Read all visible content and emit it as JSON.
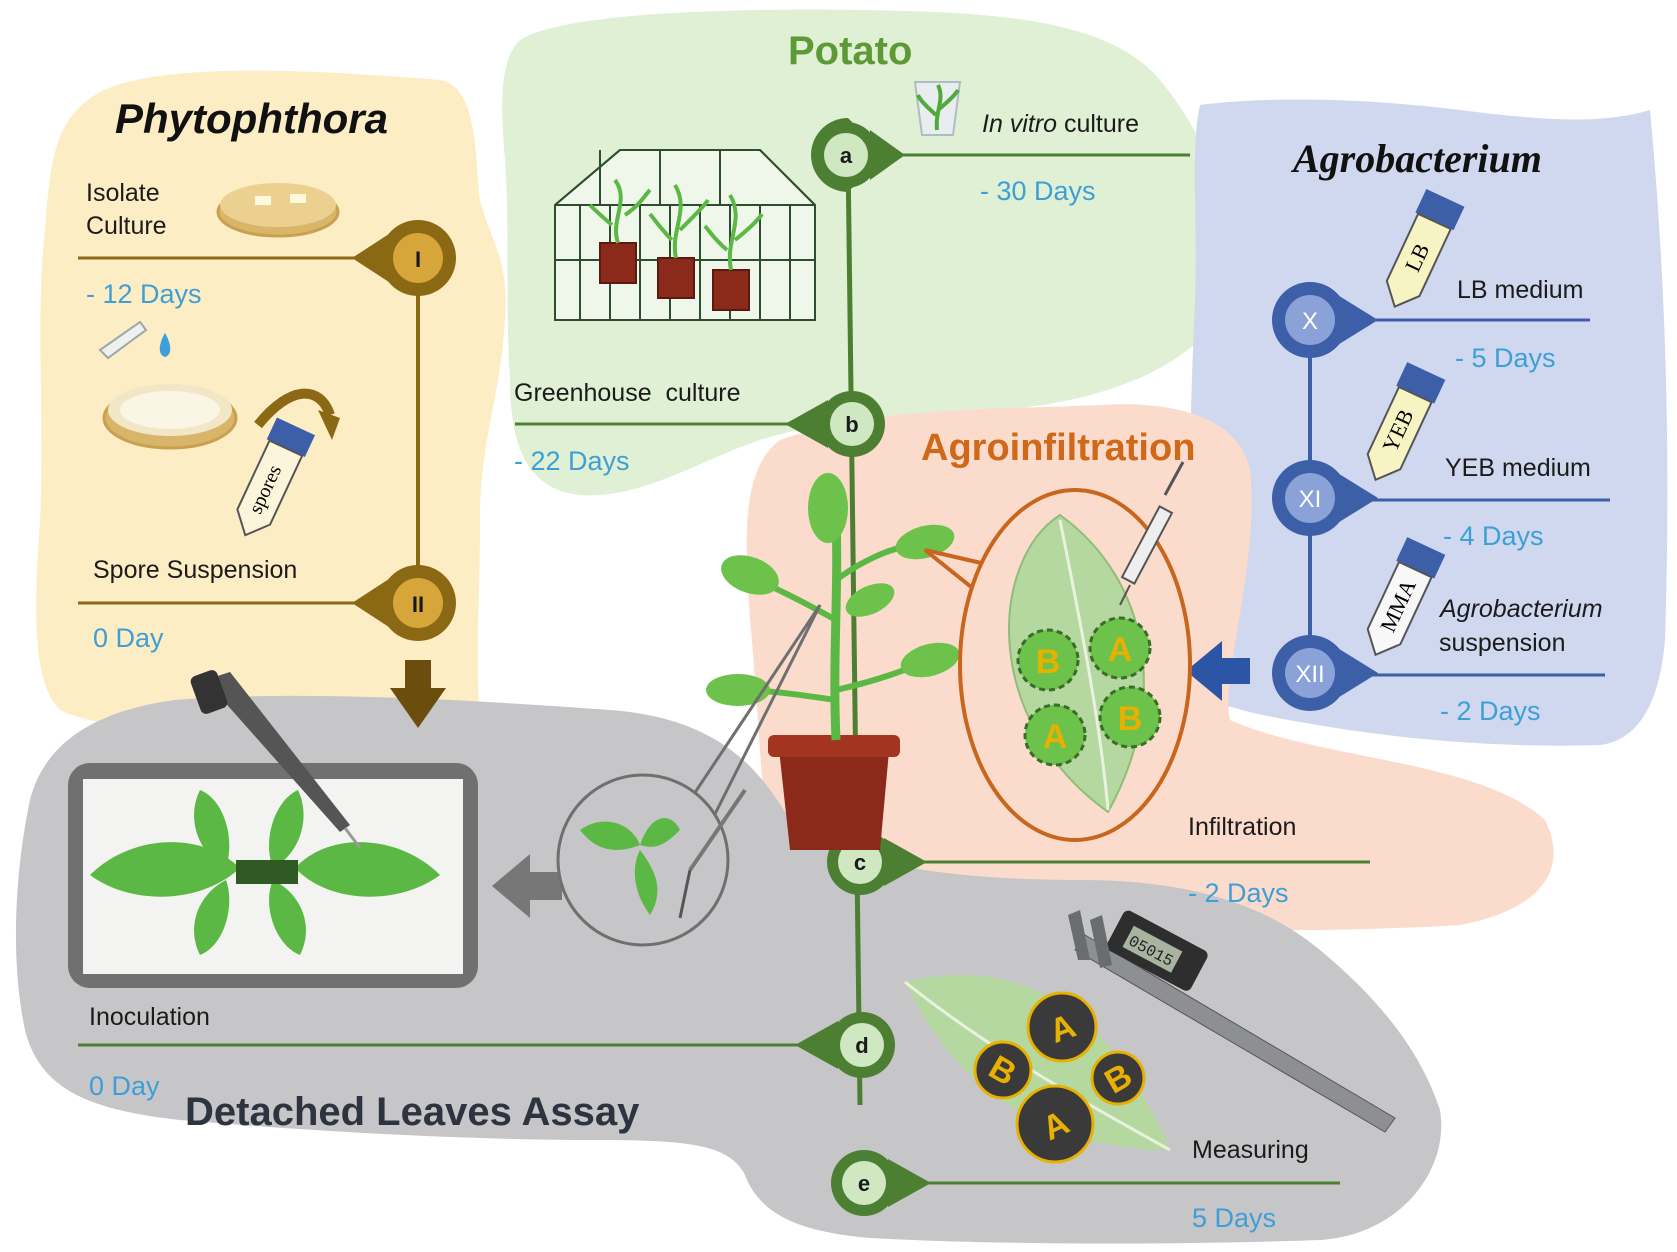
{
  "colors": {
    "phytophthora_bg": "#fdedc4",
    "potato_bg": "#dff0d5",
    "agrobacterium_bg": "#cfd8ee",
    "agroinfiltration_bg": "#fbdccc",
    "detached_bg": "#c6c6c8",
    "potato_node": "#4d7f32",
    "phytophthora_node": "#8b6914",
    "agrobacterium_node": "#3d5fa8",
    "day_text": "#3d9fd6",
    "agroinfiltration_title": "#d0681a",
    "potato_title": "#5d9a35"
  },
  "phytophthora": {
    "title": "Phytophthora",
    "steps": [
      {
        "node": "I",
        "label_line1": "Isolate",
        "label_line2": "Culture",
        "days": "- 12 Days"
      },
      {
        "node": "II",
        "label": "Spore Suspension",
        "days": "0 Day"
      }
    ],
    "tube_label": "spores"
  },
  "potato": {
    "title": "Potato",
    "steps": [
      {
        "node": "a",
        "label_italic": "In vitro",
        "label_rest": " culture",
        "days": "- 30 Days"
      },
      {
        "node": "b",
        "label": "Greenhouse  culture",
        "days": "- 22 Days"
      },
      {
        "node": "c",
        "label": "Infiltration",
        "days": "- 2 Days"
      },
      {
        "node": "d",
        "label": "Inoculation",
        "days": "0 Day"
      },
      {
        "node": "e",
        "label": "Measuring",
        "days": "5 Days"
      }
    ]
  },
  "agrobacterium": {
    "title": "Agrobacterium",
    "steps": [
      {
        "node": "X",
        "label": "LB medium",
        "days": "- 5 Days",
        "tube": "LB"
      },
      {
        "node": "XI",
        "label": "YEB medium",
        "days": "- 4 Days",
        "tube": "YEB"
      },
      {
        "node": "XII",
        "label_line1": "Agrobacterium",
        "label_line2": "suspension",
        "days": "- 2 Days",
        "tube": "MMA"
      }
    ]
  },
  "agroinfiltration": {
    "title": "Agroinfiltration",
    "spots": [
      "B",
      "A",
      "A",
      "B"
    ]
  },
  "detached": {
    "title": "Detached Leaves Assay",
    "measure_spots": [
      "A",
      "B",
      "B",
      "A"
    ],
    "caliper_display": "05015"
  }
}
